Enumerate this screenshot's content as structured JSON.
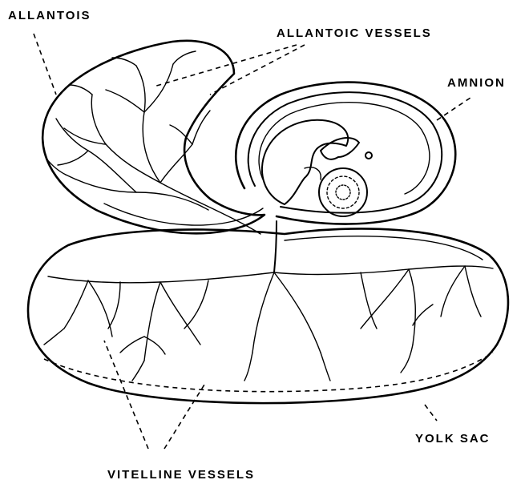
{
  "labels": {
    "allantois": "ALLANTOIS",
    "allantoic_vessels": "ALLANTOIC VESSELS",
    "amnion": "AMNION",
    "yolk_sac": "YOLK SAC",
    "vitelline_vessels": "VITELLINE VESSELS"
  },
  "colors": {
    "ink": "#000000",
    "paper": "#ffffff",
    "stipple": "#555555"
  }
}
